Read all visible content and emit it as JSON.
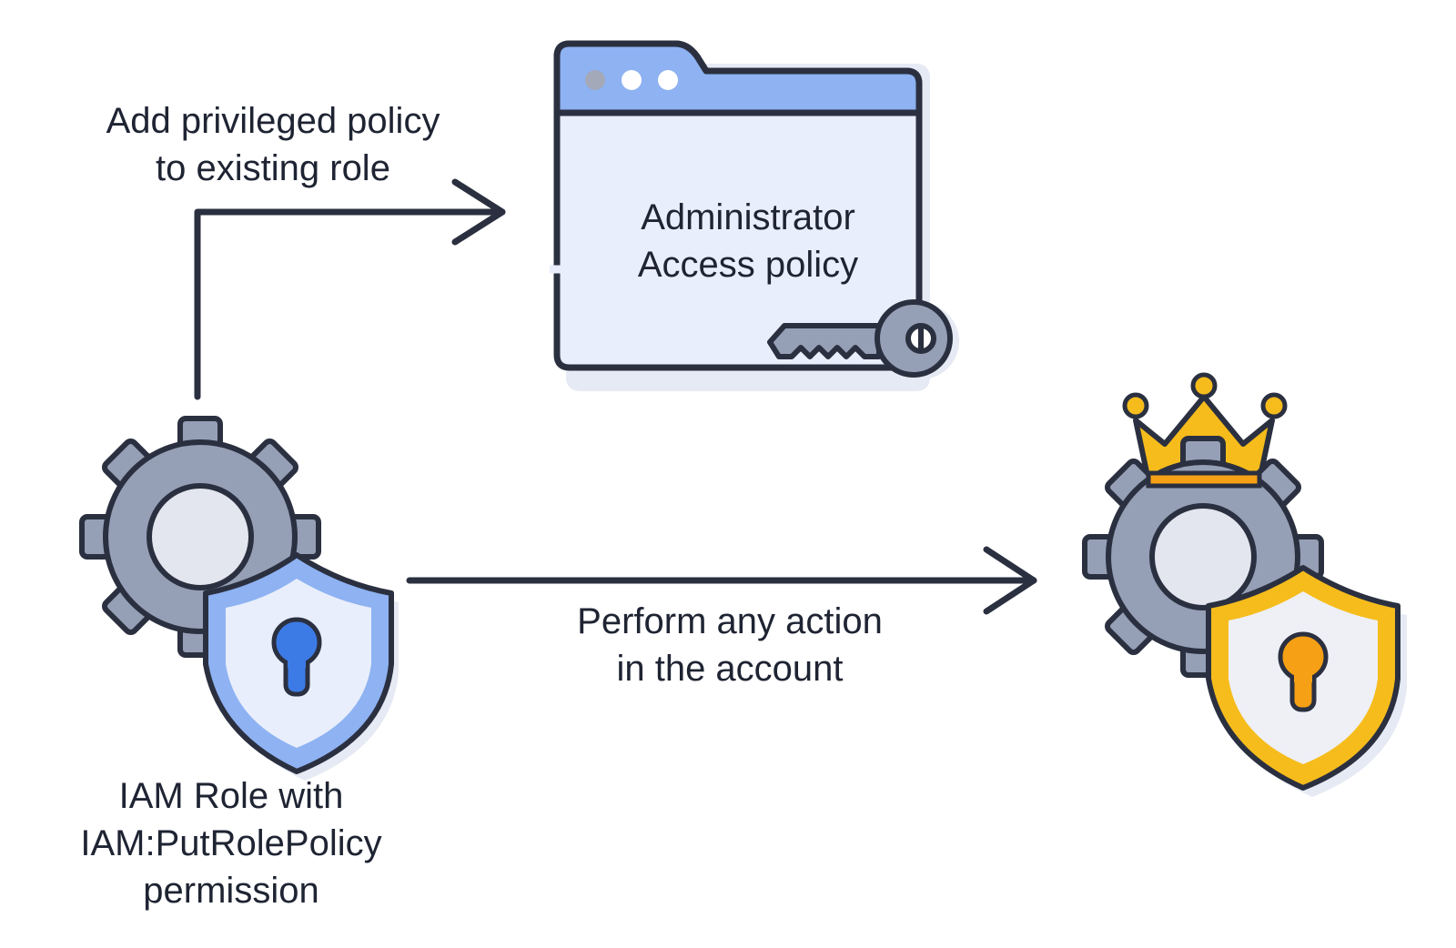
{
  "labels": {
    "add_policy_line1": "Add privileged policy",
    "add_policy_line2": "to existing role",
    "admin_policy_line1": "Administrator",
    "admin_policy_line2": "Access policy",
    "perform_line1": "Perform any action",
    "perform_line2": "in the account",
    "role_line1": "IAM Role with",
    "role_line2": "IAM:PutRolePolicy",
    "role_line3": "permission"
  },
  "icons": {
    "window": "browser-window-icon",
    "key": "key-icon",
    "source_role": "gear-with-shield-icon",
    "privileged_role": "gear-with-shield-and-crown-icon"
  },
  "colors": {
    "outline": "#2b3040",
    "gear": "#959fb6",
    "gear_hub": "#e3e6ee",
    "window_bar": "#8eb2f2",
    "window_body": "#e8eefb",
    "blue_shield": "#8eb2f2",
    "blue_keyhole": "#3c7be6",
    "gold": "#f6bc1c",
    "orange": "#f6a015",
    "shadow": "#e6eaf4"
  }
}
